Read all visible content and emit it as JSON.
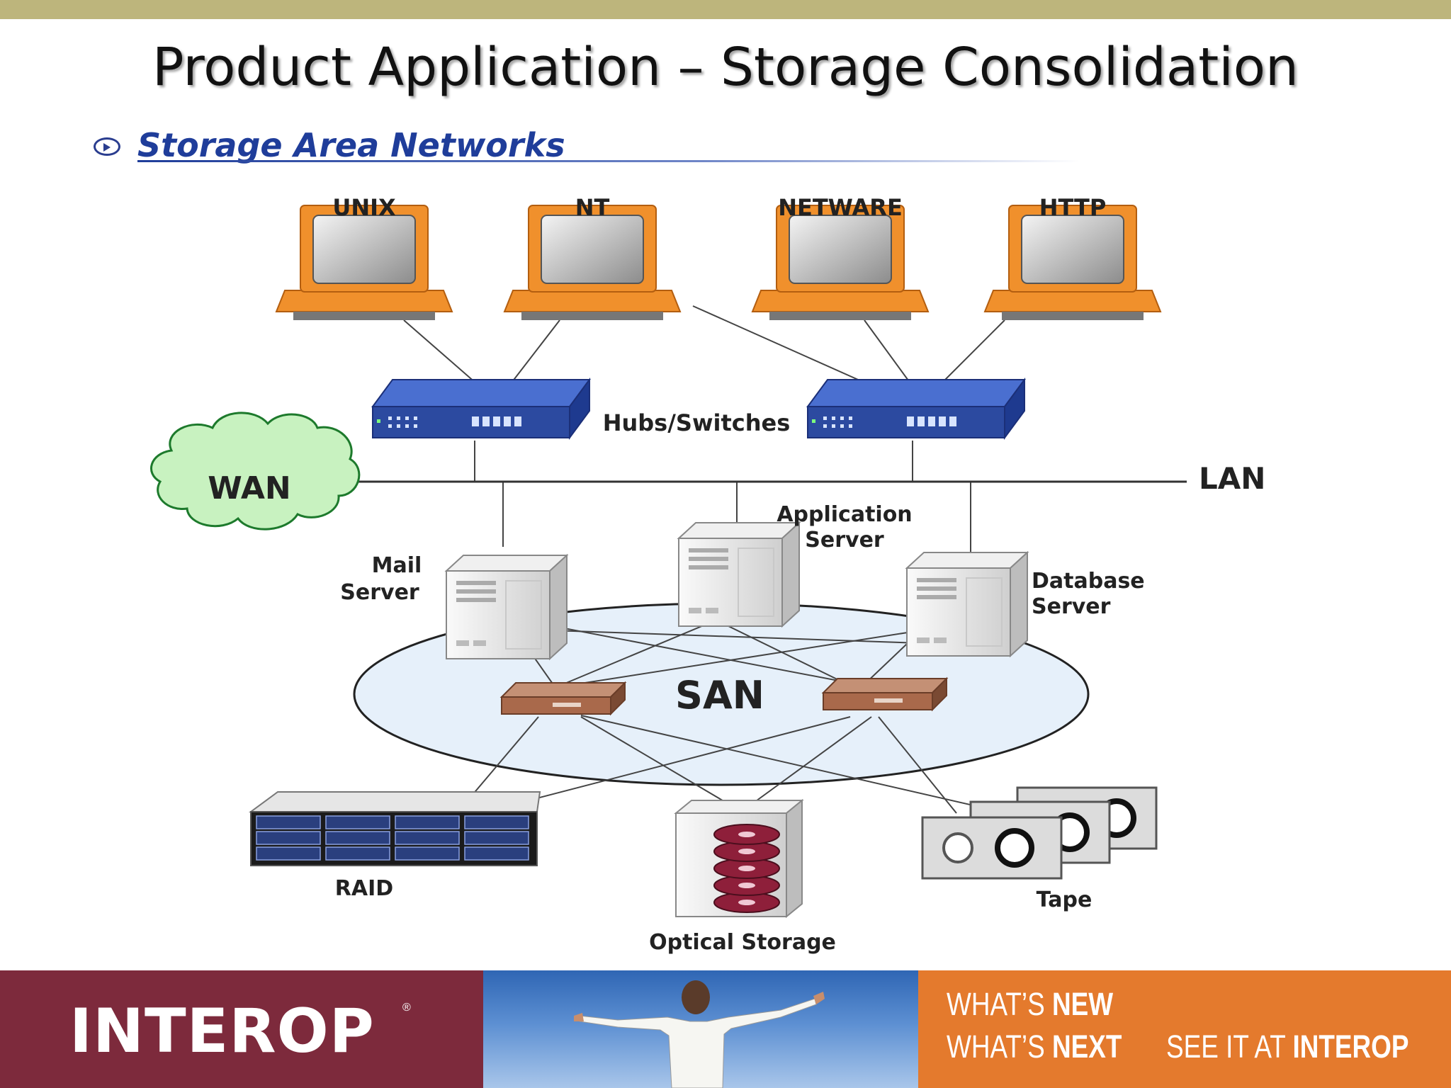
{
  "slide": {
    "title": "Product Application – Storage Consolidation",
    "section_heading": "Storage Area Networks"
  },
  "clients": [
    {
      "label": "UNIX"
    },
    {
      "label": "NT"
    },
    {
      "label": "NETWARE"
    },
    {
      "label": "HTTP"
    }
  ],
  "network": {
    "hubs_label": "Hubs/Switches",
    "wan_label": "WAN",
    "lan_label": "LAN",
    "san_label": "SAN"
  },
  "servers": {
    "mail": [
      "Mail",
      "Server"
    ],
    "application": [
      "Application",
      "Server"
    ],
    "database": [
      "Database",
      "Server"
    ]
  },
  "storage": {
    "raid": "RAID",
    "optical": "Optical Storage",
    "tape": "Tape"
  },
  "footer": {
    "brand": "INTEROP",
    "registered": "®",
    "line1_plain": "WHAT’S ",
    "line1_bold": "NEW",
    "line2_plain": "WHAT’S ",
    "line2_bold": "NEXT",
    "line3_plain": "SEE IT AT ",
    "line3_bold": "INTEROP"
  },
  "colors": {
    "top_bar": "#bdb57c",
    "heading_blue": "#1f3d9a",
    "monitor_orange": "#f0902c",
    "switch_blue": "#2c4aa0",
    "wan_green": "#c8f2c0",
    "san_fill": "#e6f0fa",
    "footer_left": "#7d2a3c",
    "footer_right": "#e47a2d"
  }
}
